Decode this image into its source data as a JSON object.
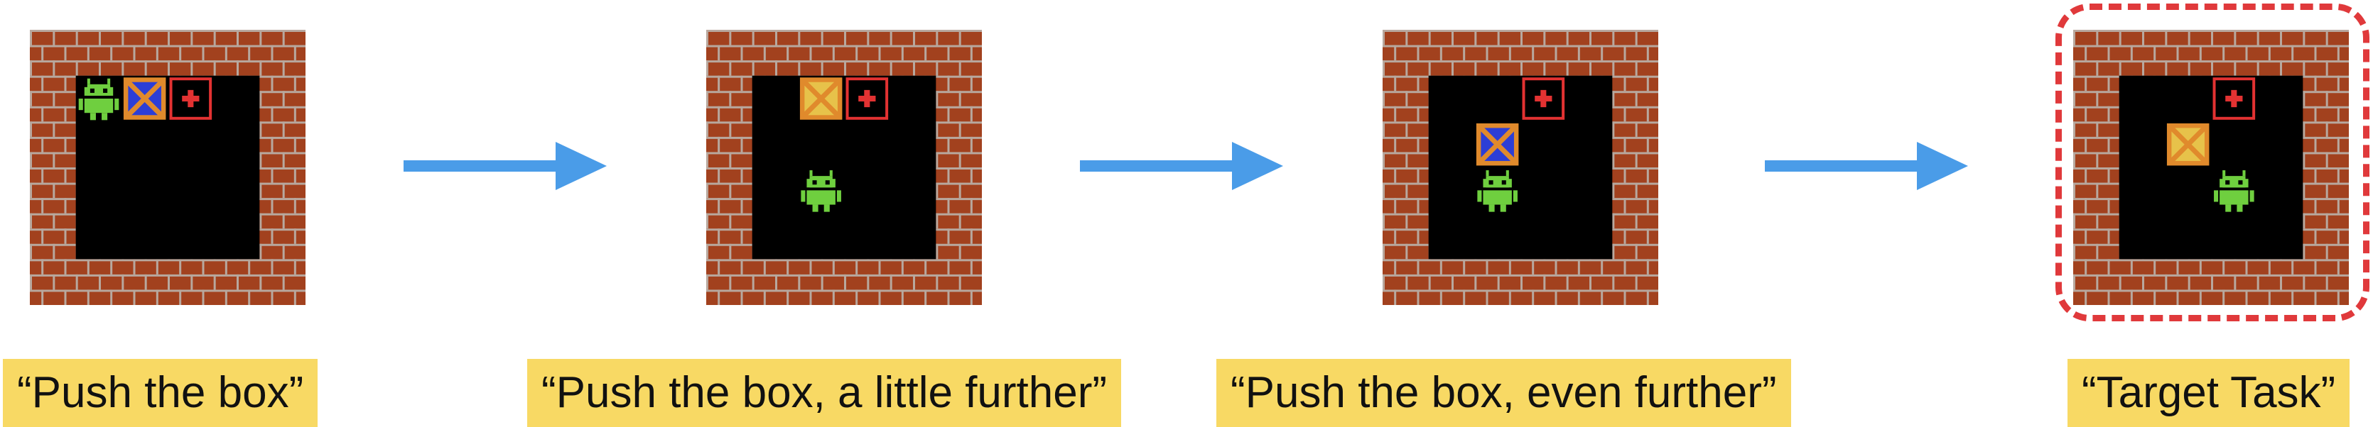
{
  "colors": {
    "brick": "#a2411e",
    "mortar": "#b8a89e",
    "floor": "#000000",
    "agent": "#6fcf3f",
    "box_blue": "#2c3ed6",
    "box_orange": "#e08a2c",
    "box_yellow_face": "#e7c24a",
    "goal": "#e33232",
    "arrow": "#4a9ce8",
    "caption_bg": "#f8d964",
    "target_frame": "#e0393b"
  },
  "icons": {
    "agent": "android-robot-icon",
    "box": "crate-icon",
    "goal": "goal-target-icon",
    "arrow": "arrow-right-icon"
  },
  "captions": [
    {
      "text": "“Push the box”"
    },
    {
      "text": "“Push the box, a little further”"
    },
    {
      "text": "“Push the box, even further”"
    },
    {
      "text": "“Target Task”"
    }
  ],
  "stages": [
    {
      "board": {
        "cols": 6,
        "rows": 6,
        "floor": [
          [
            2,
            2,
            5,
            5
          ]
        ]
      },
      "agent": [
        2,
        2
      ],
      "box": {
        "pos": [
          3,
          2
        ],
        "style": "blue"
      },
      "goal": [
        4,
        2
      ],
      "highlighted": false
    },
    {
      "board": {
        "cols": 6,
        "rows": 6,
        "floor": [
          [
            2,
            2,
            5,
            5
          ]
        ]
      },
      "agent": [
        3,
        4
      ],
      "box": {
        "pos": [
          3,
          2
        ],
        "style": "yellow"
      },
      "goal": [
        4,
        2
      ],
      "highlighted": false
    },
    {
      "board": {
        "cols": 6,
        "rows": 6,
        "floor": [
          [
            2,
            2,
            5,
            5
          ]
        ]
      },
      "agent": [
        3,
        4
      ],
      "box": {
        "pos": [
          3,
          3
        ],
        "style": "blue"
      },
      "goal": [
        4,
        2
      ],
      "highlighted": false
    },
    {
      "board": {
        "cols": 6,
        "rows": 6,
        "floor": [
          [
            2,
            2,
            5,
            5
          ]
        ]
      },
      "agent": [
        4,
        4
      ],
      "box": {
        "pos": [
          3,
          3
        ],
        "style": "yellow"
      },
      "goal": [
        4,
        2
      ],
      "highlighted": true
    }
  ]
}
